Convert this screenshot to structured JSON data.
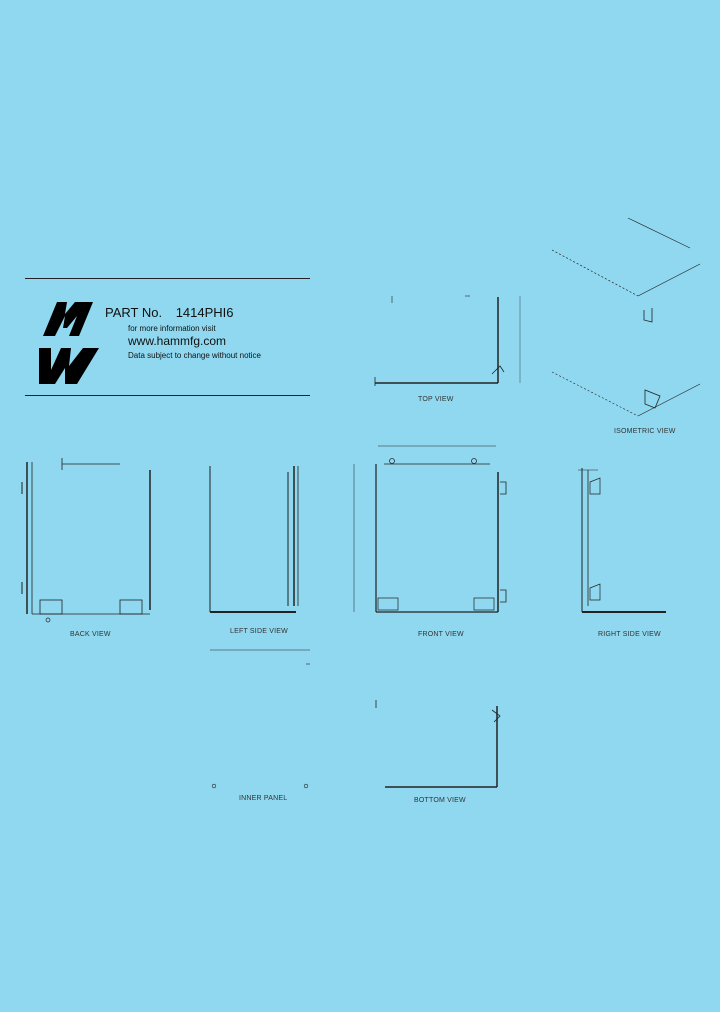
{
  "title_block": {
    "part_label": "PART No.",
    "part_number": "1414PHI6",
    "info_text": "for more information visit",
    "website": "www.hammfg.com",
    "notice": "Data subject to change without notice"
  },
  "views": {
    "top": "TOP VIEW",
    "isometric": "ISOMETRIC VIEW",
    "back": "BACK VIEW",
    "left_side": "LEFT SIDE VIEW",
    "front": "FRONT VIEW",
    "right_side": "RIGHT SIDE VIEW",
    "inner_panel": "INNER PANEL",
    "bottom": "BOTTOM VIEW"
  }
}
